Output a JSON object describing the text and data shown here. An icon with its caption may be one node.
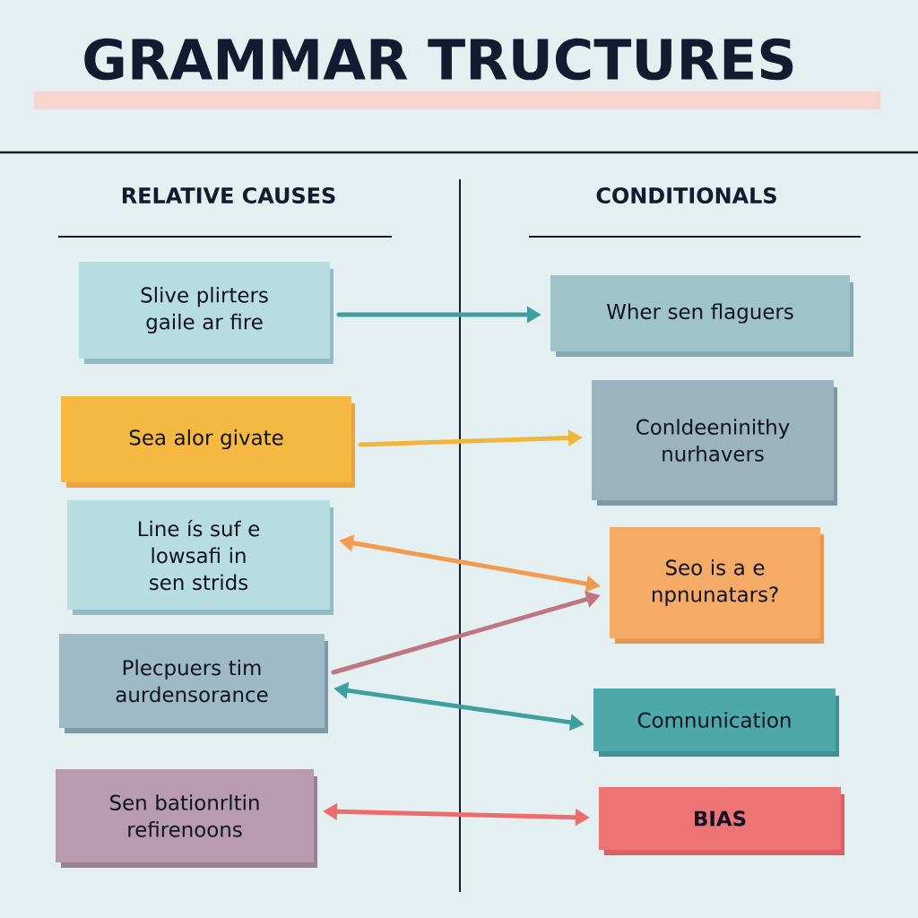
{
  "diagram": {
    "title": "GRAMMAR TRUCTURES",
    "nodes": [
      {
        "text": [
          "Slive plirters gaile ar fire"
        ]
      },
      {
        "text": [
          "Sea alor givate"
        ]
      },
      {
        "text": [
          "Line ís suf e lowsafi in sen strids"
        ]
      },
      {
        "text": [
          "Plecpuers tim aurdensorance"
        ]
      },
      {
        "text": [
          "Sen bationrltin refirenoons"
        ]
      },
      {
        "text": [
          "Wher sen flaguers"
        ]
      },
      {
        "text": [
          "Conldeeninithy nurhavers"
        ]
      },
      {
        "text": [
          "Seo is a e npnunatars?"
        ]
      },
      {
        "text": [
          "Comnunication"
        ]
      },
      {
        "text": [
          "BIAS"
        ]
      }
    ],
    "edges": [
      {
        "from": 0,
        "to": 5,
        "arrow": "to",
        "color": "#3f9f9f"
      },
      {
        "from": 1,
        "to": 6,
        "arrow": "to",
        "color": "#f2b53c"
      },
      {
        "from": 2,
        "to": 7,
        "arrow": "both",
        "color": "#f39a4e"
      },
      {
        "from": 3,
        "to": 7,
        "arrow": "to",
        "color": "#c07680"
      },
      {
        "from": 3,
        "to": 8,
        "arrow": "both",
        "color": "#3f9f9f"
      },
      {
        "from": 4,
        "to": 9,
        "arrow": "both",
        "color": "#ee6b6b"
      }
    ],
    "labels": [
      "RELATIVE CAUSES",
      "CONDITIONALS"
    ]
  }
}
